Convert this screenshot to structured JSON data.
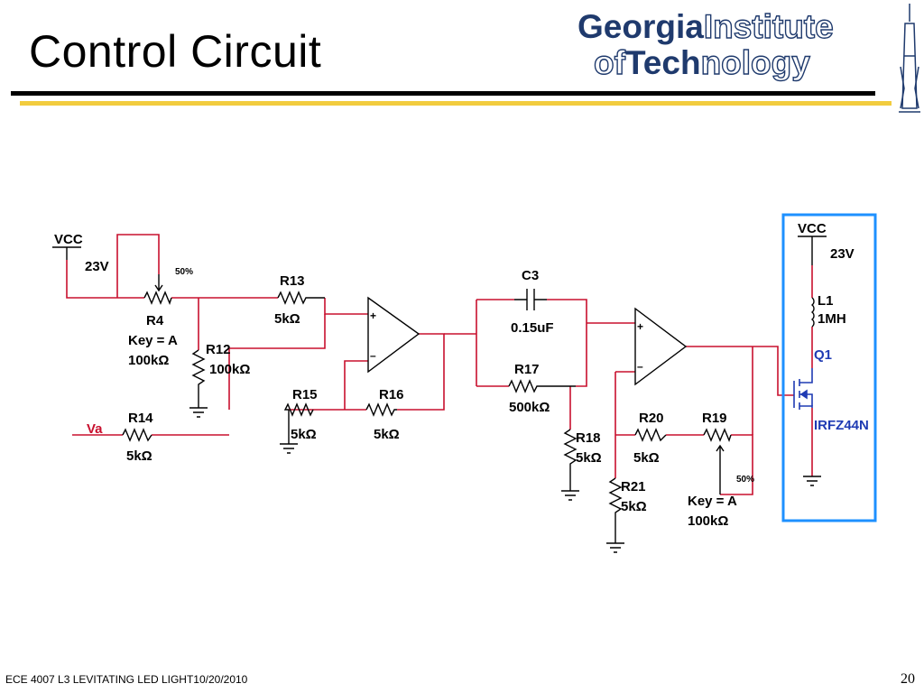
{
  "slide": {
    "title": "Control Circuit",
    "footer_left": "ECE 4007 L3  LEVITATING LED LIGHT10/20/2010",
    "page_number": "20"
  },
  "logo": {
    "line1_bold": "Georgia",
    "line1_outline": "Institute",
    "line2_outline_a": "of",
    "line2_bold": "Tech",
    "line2_outline_b": "nology"
  },
  "circuit": {
    "colors": {
      "wire": "#c8102e",
      "component": "#000000",
      "highlight_box": "#1e90ff",
      "transistor": "#1f3bb3"
    },
    "labels": {
      "vcc1": "VCC",
      "vcc1_v": "23V",
      "pct1": "50%",
      "r4": "R4",
      "r4_key": "Key = A",
      "r4_val": "100kΩ",
      "r12": "R12",
      "r12_val": "100kΩ",
      "r13": "R13",
      "r13_val": "5kΩ",
      "r14": "R14",
      "r14_val": "5kΩ",
      "va": "Va",
      "r15": "R15",
      "r15_val": "5kΩ",
      "r16": "R16",
      "r16_val": "5kΩ",
      "c3": "C3",
      "c3_val": "0.15uF",
      "r17": "R17",
      "r17_val": "500kΩ",
      "r18": "R18",
      "r18_val": "5kΩ",
      "r20": "R20",
      "r20_val": "5kΩ",
      "r21": "R21",
      "r21_val": "5kΩ",
      "r19": "R19",
      "pct2": "50%",
      "r19_key": "Key = A",
      "r19_val": "100kΩ",
      "vcc2": "VCC",
      "vcc2_v": "23V",
      "l1": "L1",
      "l1_val": "1MH",
      "q1": "Q1",
      "q1_part": "IRFZ44N",
      "op_plus": "+",
      "op_minus": "–"
    }
  }
}
